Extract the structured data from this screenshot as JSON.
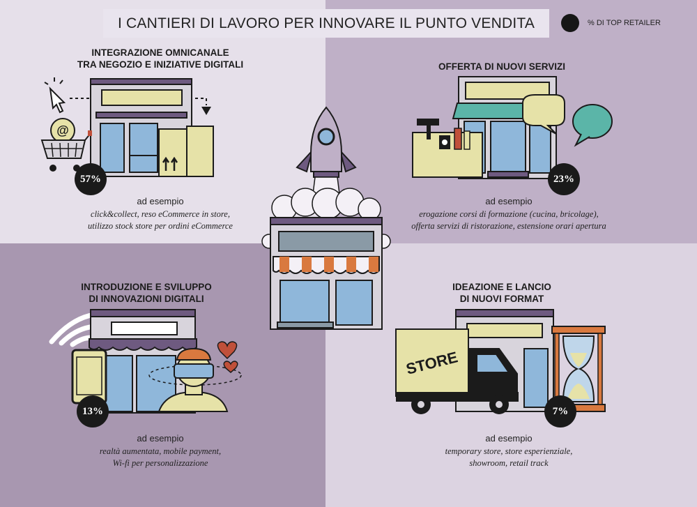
{
  "title": "I CANTIERI DI LAVORO PER INNOVARE IL PUNTO VENDITA",
  "legend": {
    "label": "% DI TOP RETAILER"
  },
  "store_sign_text": "STORE",
  "sections": [
    {
      "heading_lines": [
        "INTEGRAZIONE OMNICANALE",
        "TRA NEGOZIO E INIZIATIVE DIGITALI"
      ],
      "percent": "57%",
      "lead": "ad esempio",
      "example_lines": [
        "click&collect, reso eCommerce in store,",
        "utilizzo stock store per ordini eCommerce"
      ]
    },
    {
      "heading_lines": [
        "OFFERTA DI NUOVI SERVIZI"
      ],
      "percent": "23%",
      "lead": "ad esempio",
      "example_lines": [
        "erogazione corsi di formazione (cucina, bricolage),",
        "offerta servizi di ristorazione, estensione orari apertura"
      ]
    },
    {
      "heading_lines": [
        "INTRODUZIONE E SVILUPPO",
        "DI INNOVAZIONI DIGITALI"
      ],
      "percent": "13%",
      "lead": "ad esempio",
      "example_lines": [
        "realtà aumentata, mobile payment,",
        "Wi-fi per personalizzazione"
      ]
    },
    {
      "heading_lines": [
        "IDEAZIONE E LANCIO",
        "DI NUOVI FORMAT"
      ],
      "percent": "7%",
      "lead": "ad esempio",
      "example_lines": [
        "temporary store, store esperienziale,",
        "showroom, retail track"
      ]
    }
  ],
  "colors": {
    "ink": "#1b1b1b",
    "store_blue": "#8fb7da",
    "cream": "#e6e2a8",
    "purple": "#6e5a80",
    "teal": "#5bb5a8",
    "orange": "#d9793f",
    "heart": "#c0503a"
  }
}
